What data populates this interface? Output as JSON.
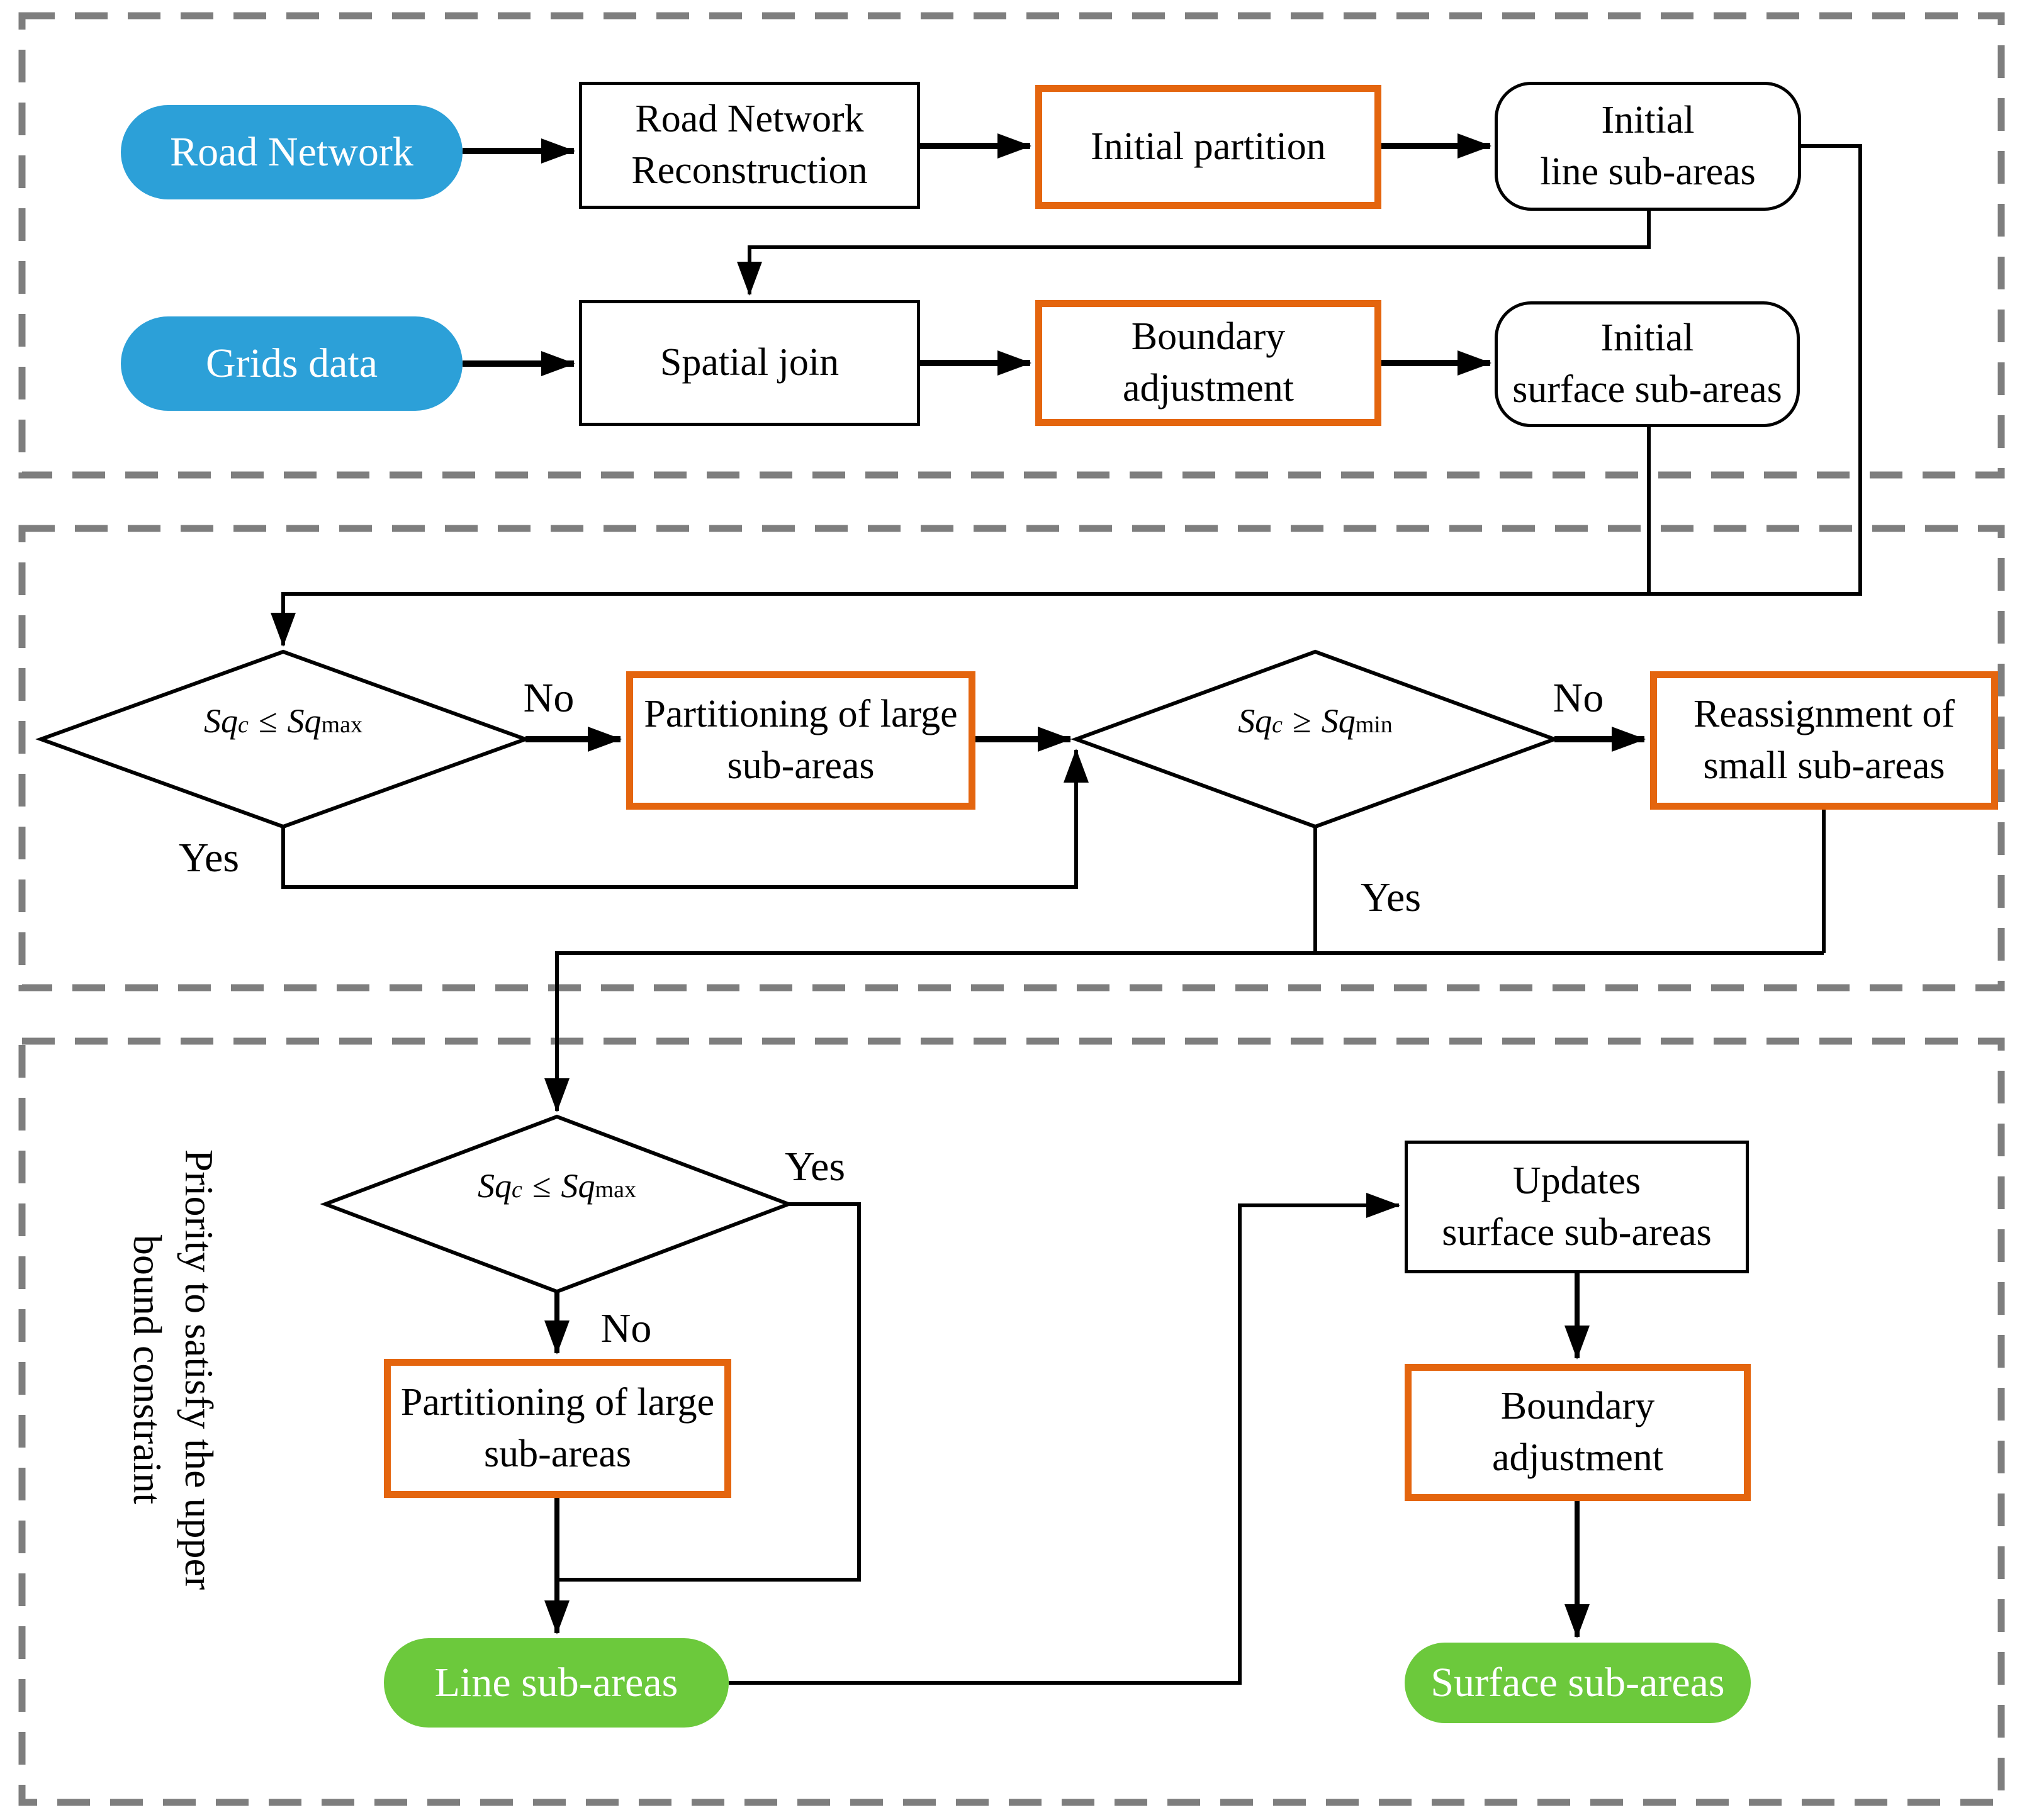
{
  "colors": {
    "accent_blue": "#2CA0D8",
    "accent_green": "#6CC93C",
    "accent_orange": "#E4650E",
    "border_gray": "#7E7E7E",
    "line_black": "#000000"
  },
  "edge_labels": {
    "yes": "Yes",
    "no": "No"
  },
  "side_note": {
    "line1": "Priority to satisfy the upper",
    "line2": "bound constraint"
  },
  "nodes": {
    "road_network": {
      "label": "Road Network"
    },
    "grids_data": {
      "label": "Grids data"
    },
    "road_network_reconstruction": {
      "line1": "Road Network",
      "line2": "Reconstruction"
    },
    "spatial_join": {
      "label": "Spatial join"
    },
    "initial_partition": {
      "label": "Initial partition"
    },
    "boundary_adjustment_top": {
      "line1": "Boundary",
      "line2": "adjustment"
    },
    "initial_line_subareas": {
      "line1": "Initial",
      "line2": "line sub-areas"
    },
    "initial_surface_subareas": {
      "line1": "Initial",
      "line2": "surface sub-areas"
    },
    "partitioning_large_mid": {
      "line1": "Partitioning of large",
      "line2": "sub-areas"
    },
    "reassignment_small": {
      "line1": "Reassignment of",
      "line2": "small sub-areas"
    },
    "partitioning_large_bottom": {
      "line1": "Partitioning of large",
      "line2": "sub-areas"
    },
    "updates_surface": {
      "line1": "Updates",
      "line2": "surface sub-areas"
    },
    "boundary_adjustment_bottom": {
      "line1": "Boundary",
      "line2": "adjustment"
    },
    "line_subareas": {
      "label": "Line sub-areas"
    },
    "surface_subareas": {
      "label": "Surface sub-areas"
    }
  },
  "decisions": {
    "d1": {
      "var1": "Sq",
      "sub1": "c",
      "op": "≤",
      "var2": "Sq",
      "sub2": "max"
    },
    "d2": {
      "var1": "Sq",
      "sub1": "c",
      "op": "≥",
      "var2": "Sq",
      "sub2": "min"
    },
    "d3": {
      "var1": "Sq",
      "sub1": "c",
      "op": "≤",
      "var2": "Sq",
      "sub2": "max"
    }
  }
}
